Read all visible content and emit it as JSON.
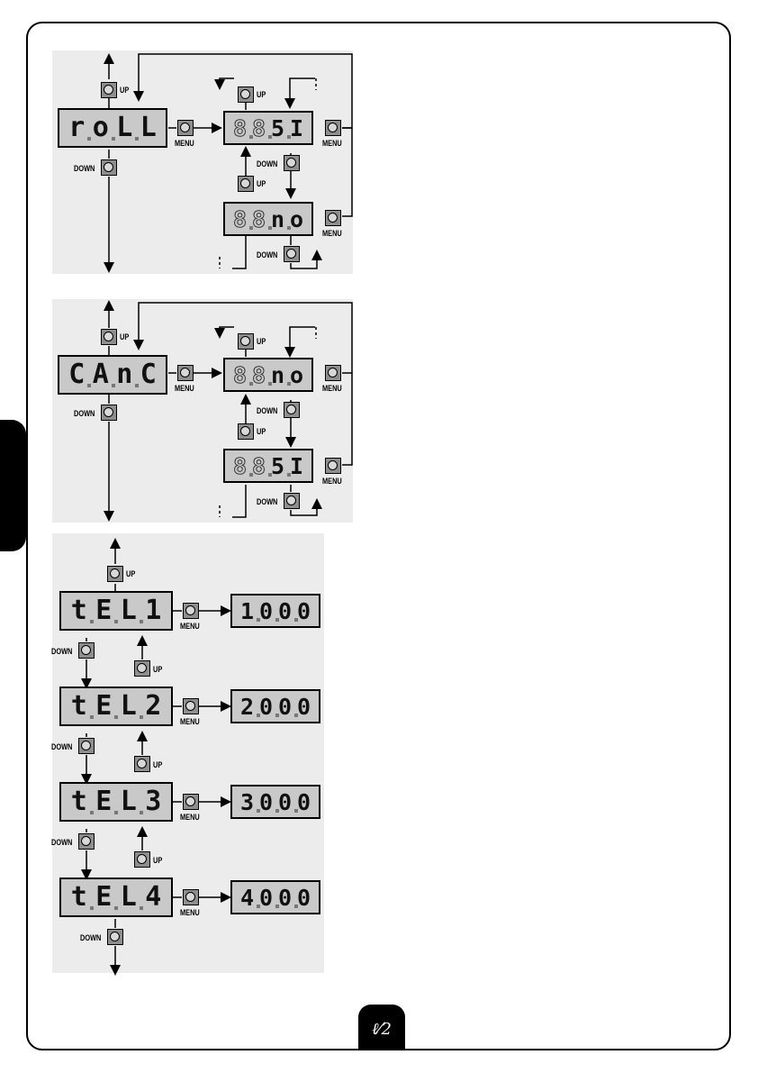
{
  "labels": {
    "up": "UP",
    "down": "DOWN",
    "menu": "MENU"
  },
  "page": {
    "badge": "ℓ⁄2"
  },
  "diagram": [
    {
      "id": "roll",
      "param": [
        "r",
        "o",
        "L",
        "L"
      ],
      "options": [
        [
          "8",
          "8",
          "5",
          "I"
        ],
        [
          "8",
          "8",
          "n",
          "o"
        ]
      ]
    },
    {
      "id": "canc",
      "param": [
        "C",
        "A",
        "n",
        "C"
      ],
      "options": [
        [
          "8",
          "8",
          "n",
          "o"
        ],
        [
          "8",
          "8",
          "5",
          "I"
        ]
      ]
    },
    {
      "id": "tel1",
      "param": [
        "t",
        "E",
        "L",
        "1"
      ],
      "value": [
        "1",
        "0",
        "0",
        "0"
      ]
    },
    {
      "id": "tel2",
      "param": [
        "t",
        "E",
        "L",
        "2"
      ],
      "value": [
        "2",
        "0",
        "0",
        "0"
      ]
    },
    {
      "id": "tel3",
      "param": [
        "t",
        "E",
        "L",
        "3"
      ],
      "value": [
        "3",
        "0",
        "0",
        "0"
      ]
    },
    {
      "id": "tel4",
      "param": [
        "t",
        "E",
        "L",
        "4"
      ],
      "value": [
        "4",
        "0",
        "0",
        "0"
      ]
    }
  ]
}
